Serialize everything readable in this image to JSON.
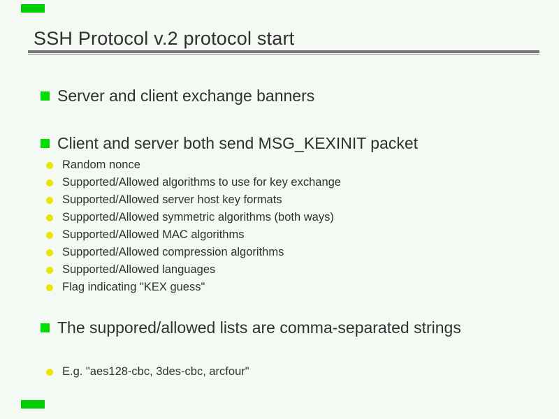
{
  "slide": {
    "title": "SSH Protocol v.2 protocol start",
    "bullets": [
      {
        "label": "Server and client exchange banners",
        "sub": []
      },
      {
        "label": "Client and server both send MSG_KEXINIT packet",
        "sub": [
          "Random nonce",
          "Supported/Allowed algorithms to use for key exchange",
          "Supported/Allowed server host key formats",
          "Supported/Allowed symmetric algorithms (both ways)",
          "Supported/Allowed MAC algorithms",
          "Supported/Allowed compression algorithms",
          "Supported/Allowed languages",
          "Flag indicating \"KEX guess\""
        ]
      },
      {
        "label": "The suppored/allowed lists are comma-separated strings",
        "sub": [
          "E.g. \"aes128-cbc, 3des-cbc, arcfour\""
        ]
      }
    ]
  },
  "colors": {
    "background": "#f4faf3",
    "text": "#303030",
    "bullet_green": "#00dd00",
    "bullet_yellow": "#e6e600",
    "corner_green": "#00cc00",
    "rule_dark": "#757575",
    "rule_light": "#bdbdbd"
  }
}
